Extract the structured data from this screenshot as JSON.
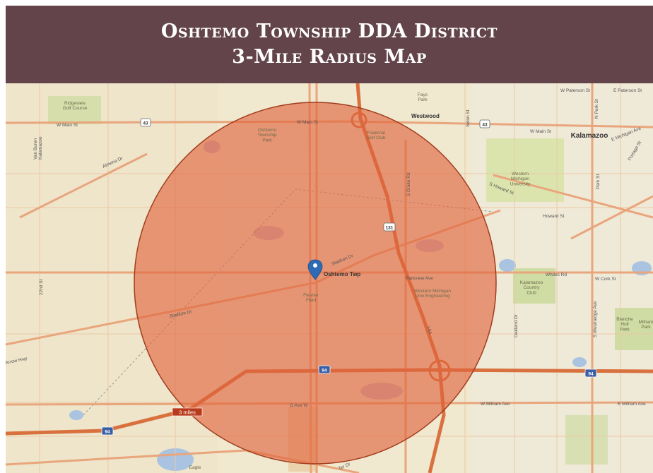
{
  "header": {
    "title_line1": "Oshtemo Township DDA District",
    "title_line2": "3-Mile Radius Map"
  },
  "marker": {
    "label": "Oshtemo Twp"
  },
  "radius": {
    "label": "3 miles"
  },
  "colors": {
    "title_bar": "#62444a",
    "radius_fill": "#e1623b",
    "radius_stroke": "#a23c1e",
    "map_base": "#f0e8cf",
    "road_major": "#e9a57c",
    "highway": "#d9713f",
    "park": "#cfdca4",
    "water": "#a9c3e1",
    "marker": "#2f6bb5"
  },
  "roads": {
    "w_main_st_west": "W Main St",
    "w_main_st_mid": "W Main St",
    "westwood": "Westwood",
    "w_main_st_east": "W Main St",
    "w_paterson_st": "W Paterson St",
    "e_paterson_st": "E Paterson St",
    "e_michigan_ave": "E Michigan Ave",
    "almena_dr": "Almena Dr",
    "van_buren_kalamazoo": "Van Buren\nKalamazoo",
    "stadium_dr_west": "Stadium Dr",
    "stadium_dr_north": "Stadium Dr",
    "s_drake_rd": "S Drake Rd",
    "sidon_st": "Sidon St",
    "howard_st_diag": "S Howard St",
    "howard_st": "Howard St",
    "parkview_ave": "Parkview Ave",
    "whites_rd": "Whites Rd",
    "w_cork_st": "W Cork St",
    "s_westnedge_ave": "S Westnedge Ave",
    "oakland_dr": "Oakland Dr",
    "n_park_st": "N Park St",
    "park_st": "Park St",
    "portage_st": "Portage St",
    "o_ave_w": "O Ave W",
    "w_milham_ave": "W Milham Ave",
    "e_milham_ave": "E Milham Ave",
    "arrow_hwy": "Arrow Hwy",
    "twenty_second_st": "22nd St",
    "lyons": "Ter Dr",
    "hwy_43_west": "43",
    "hwy_43_east": "43",
    "hwy_131": "131",
    "hwy_94_west": "94",
    "hwy_94_mid": "94",
    "hwy_94_east": "94",
    "i_94_label": "I-94"
  },
  "places": {
    "kalamazoo": "Kalamazoo",
    "ridgeview_golf": "Ridgeview\nGolf Course",
    "oshtemo_township_park": "Oshtemo\nTownship\nPark",
    "fraternal_golf": "Fraternal\nGolf Club",
    "fays_park": "Fays\nPark",
    "western_michigan_university": "Western\nMichigan\nUniversity",
    "flesher_field": "Flesher\nField",
    "wmu_engineering": "Western Michigan\nUniv Engineering",
    "kalamazoo_country_club": "Kalamazoo\nCountry\nClub",
    "blanche_hull_park": "Blanche\nHull\nPark",
    "milham_park": "Milham\nPark",
    "eagle": "Eagle"
  }
}
